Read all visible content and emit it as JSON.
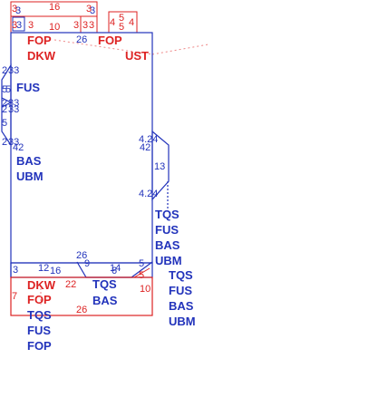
{
  "colors": {
    "red": "#dd2222",
    "blue": "#2233bb",
    "dotted": "#ee8888"
  },
  "dims": {
    "top_a": "3",
    "top_b": "3",
    "top_mid": "16",
    "top_c": "3",
    "top_d": "3",
    "row2_a": "3",
    "row2_b": "3",
    "row2_c": "3",
    "row2_mid": "10",
    "row2_d": "3",
    "row2_e": "3",
    "row2_f": "3",
    "box_tr_a": "4",
    "box_tr_b": "5",
    "box_tr_c": "5",
    "box_tr_d": "4",
    "head_mid": "26",
    "left_1": "2",
    "left_2": "33",
    "left_3": "5",
    "left_4": "5",
    "left_5": "2",
    "left_6": "33",
    "left_7": "2",
    "left_8": "33",
    "left_9": "5",
    "left_10": "2",
    "left_11": "33",
    "left_12": "42",
    "right_1": "4.24",
    "right_2": "42",
    "right_3": "13",
    "right_4": "4.24",
    "foot_1": "26",
    "foot_2": "3",
    "foot_3": "12",
    "foot_4": "16",
    "foot_5": "9",
    "foot_6": "14",
    "foot_7": "6",
    "foot_8": "5",
    "foot_9": "5",
    "foot_10": "22",
    "foot_11": "10",
    "foot_12": "7",
    "foot_13": "26"
  },
  "labels": {
    "fop_left": "FOP",
    "dkw_top": "DKW",
    "fop_right": "FOP",
    "ust": "UST",
    "fus_left": "FUS",
    "bas_left": "BAS",
    "ubm_left": "UBM",
    "right_stack": [
      "TQS",
      "FUS",
      "BAS",
      "UBM"
    ],
    "right_stack2": [
      "TQS",
      "FUS",
      "BAS",
      "UBM"
    ],
    "bottom_left": [
      "DKW",
      "FOP",
      "TQS",
      "FUS",
      "FOP"
    ],
    "bottom_mid": [
      "TQS",
      "BAS"
    ]
  }
}
